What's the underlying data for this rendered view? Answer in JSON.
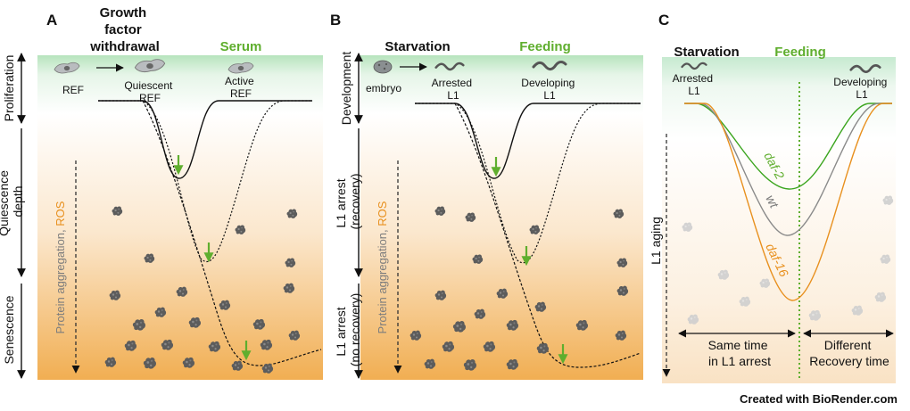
{
  "panel_a": {
    "letter": "A",
    "header_left": [
      "Growth",
      "factor",
      "withdrawal"
    ],
    "header_right": "Serum",
    "cells": {
      "ref": "REF",
      "quiescent": [
        "Quiescent",
        "REF"
      ],
      "active": [
        "Active",
        "REF"
      ]
    },
    "y_axis": {
      "top": "Proliferation",
      "mid": [
        "Quiescence",
        "depth"
      ],
      "bottom": "Senescence"
    },
    "vertical_note": {
      "prefix": "Protein aggregation, ",
      "highlight": "ROS"
    }
  },
  "panel_b": {
    "letter": "B",
    "header_left": "Starvation",
    "header_right": "Feeding",
    "stages": {
      "embryo": "embryo",
      "arrested": [
        "Arrested",
        "L1"
      ],
      "developing": [
        "Developing",
        "L1"
      ]
    },
    "y_axis": {
      "top": "Development",
      "mid": [
        "L1 arrest",
        "(recovery)"
      ],
      "bottom": [
        "L1 arrest",
        "(no recovery)"
      ]
    },
    "vertical_note": {
      "prefix": "Protein aggregation, ",
      "highlight": "ROS"
    }
  },
  "panel_c": {
    "letter": "C",
    "header_left": "Starvation",
    "header_right": "Feeding",
    "stages": {
      "arrested": [
        "Arrested",
        "L1"
      ],
      "developing": [
        "Developing",
        "L1"
      ]
    },
    "curves": {
      "daf2": "daf-2",
      "wt": "wt",
      "daf16": "daf-16"
    },
    "aging_label": "L1 aging",
    "left_span": [
      "Same time",
      "in L1 arrest"
    ],
    "right_span": [
      "Different",
      "Recovery time"
    ]
  },
  "footer": {
    "credit": "Created with BioRender.com"
  },
  "colors": {
    "green": "#5fae2e",
    "orange": "#e8901e",
    "grey": "#8a8a8a",
    "aggregate": "#5c5c5c"
  }
}
